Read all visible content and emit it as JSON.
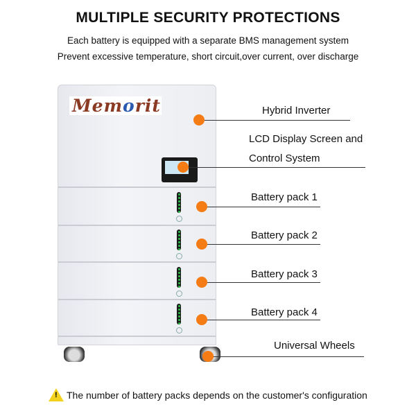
{
  "title": "MULTIPLE SECURITY PROTECTIONS",
  "subtitle1": "Each battery is equipped with a separate BMS management system",
  "subtitle2": "Prevent excessive temperature, short circuit,over current, over discharge",
  "logo": "Memorit",
  "labels": {
    "inverter": "Hybrid Inverter",
    "lcd1": "LCD Display Screen and",
    "lcd2": "Control System",
    "pack1": "Battery pack 1",
    "pack2": "Battery pack 2",
    "pack3": "Battery pack 3",
    "pack4": "Battery pack 4",
    "wheels": "Universal Wheels"
  },
  "note": "The number of battery packs depends on the customer's configuration",
  "colors": {
    "callout": "#f57c14",
    "logo": "#8a3a22"
  }
}
